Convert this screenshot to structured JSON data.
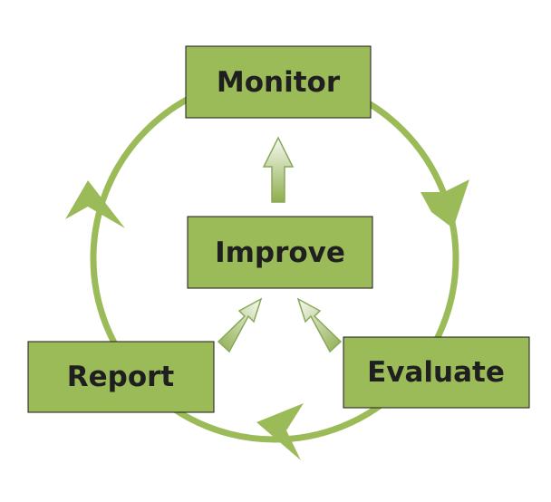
{
  "diagram": {
    "nodes": {
      "monitor": "Monitor",
      "improve": "Improve",
      "report": "Report",
      "evaluate": "Evaluate"
    },
    "colors": {
      "box_fill": "#9bbb59",
      "box_stroke": "#1a1a1a",
      "cycle_stroke": "#9bbb59",
      "arrow_light": "#f7f9f2",
      "arrow_dark": "#8fae4e",
      "arrow_outline": "#8aa85a",
      "text": "#1f1f1f"
    },
    "edges": [
      {
        "from": "monitor",
        "to": "evaluate",
        "type": "cycle"
      },
      {
        "from": "evaluate",
        "to": "report",
        "type": "cycle"
      },
      {
        "from": "report",
        "to": "monitor",
        "type": "cycle"
      },
      {
        "from": "report",
        "to": "improve",
        "type": "feed"
      },
      {
        "from": "evaluate",
        "to": "improve",
        "type": "feed"
      },
      {
        "from": "improve",
        "to": "monitor",
        "type": "feed"
      }
    ]
  }
}
